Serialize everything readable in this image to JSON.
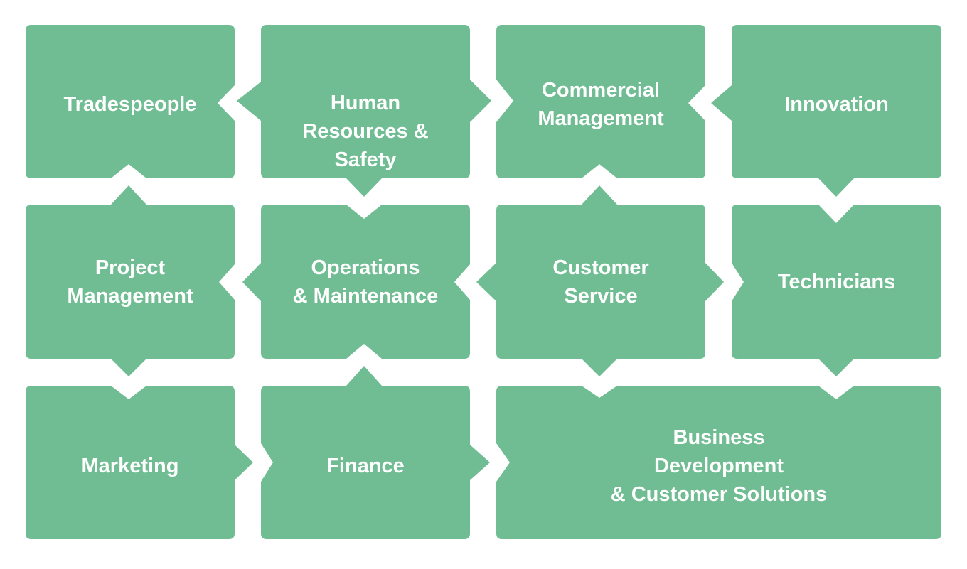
{
  "diagram": {
    "tile_color": "#70bd93",
    "text_color": "#ffffff",
    "tiles": [
      {
        "label": "Tradespeople"
      },
      {
        "label": "Human\nResources &\nSafety"
      },
      {
        "label": "Commercial\nManagement"
      },
      {
        "label": "Innovation"
      },
      {
        "label": "Project\nManagement"
      },
      {
        "label": "Operations\n& Maintenance"
      },
      {
        "label": "Customer\nService"
      },
      {
        "label": "Technicians"
      },
      {
        "label": "Marketing"
      },
      {
        "label": "Finance"
      },
      {
        "label": "Business\nDevelopment\n& Customer Solutions"
      }
    ]
  }
}
